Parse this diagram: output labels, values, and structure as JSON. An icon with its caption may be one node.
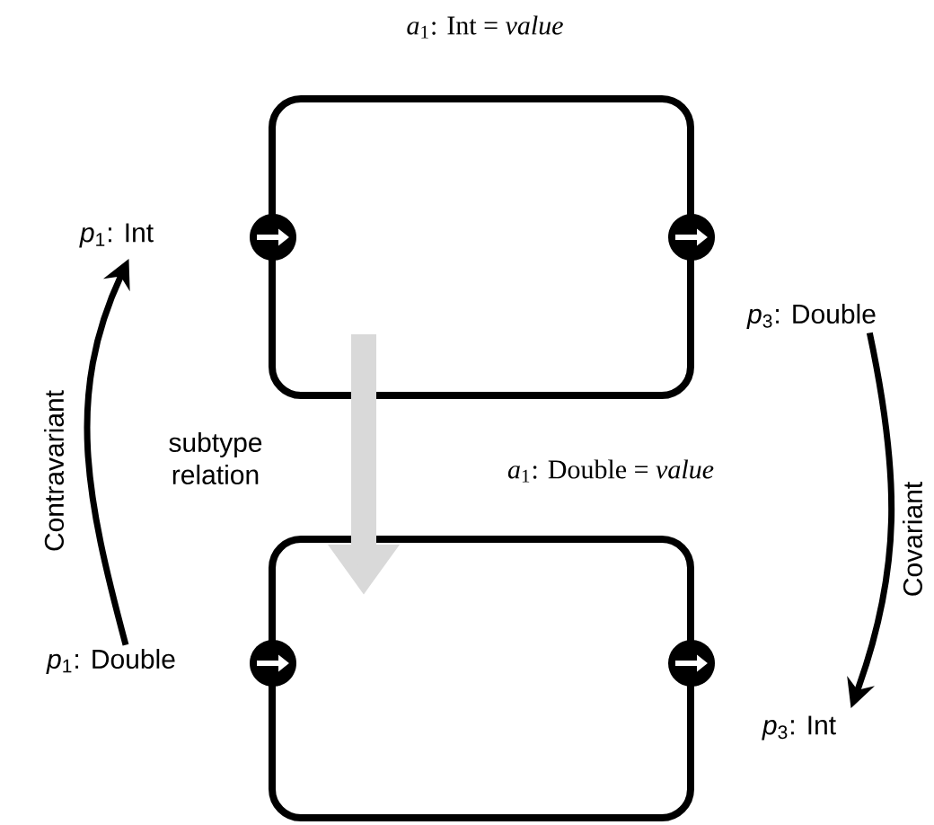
{
  "diagram": {
    "nodes": [
      {
        "text": [
          "*a*$_{1}$: Int = *value*"
        ]
      },
      {
        "text": [
          "*p*$_{1}$: Int"
        ]
      },
      {
        "text": [
          "*p*$_{3}$: Double"
        ]
      },
      {
        "text": [
          "*a*$_{1}$: Double = *value*"
        ]
      },
      {
        "text": [
          "*p*$_{1}$: Double"
        ]
      },
      {
        "text": [
          "*p*$_{3}$: Int"
        ]
      }
    ],
    "edges": [
      {
        "from": 0,
        "to": 3,
        "arrow": "to",
        "label": "subtype relation",
        "style": "thick",
        "color": "#d9d9d9"
      },
      {
        "from": 4,
        "to": 1,
        "arrow": "to",
        "label": "Contravariant"
      },
      {
        "from": 2,
        "to": 5,
        "arrow": "to",
        "label": "Covariant"
      }
    ]
  }
}
